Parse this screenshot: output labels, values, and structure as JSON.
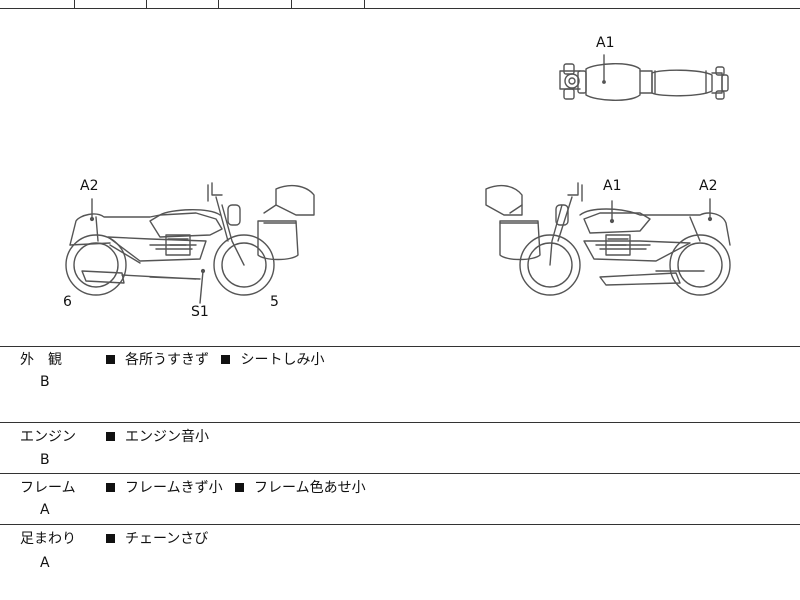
{
  "diagram": {
    "markers": {
      "top_view_a1": "A1",
      "left_a2": "A2",
      "left_6": "6",
      "left_s1": "S1",
      "left_5": "5",
      "right_a1": "A1",
      "right_a2": "A2"
    }
  },
  "conditions": [
    {
      "category": "外　観",
      "grade": "B",
      "notes": [
        "各所うすきず",
        "シートしみ小"
      ]
    },
    {
      "category": "エンジン",
      "grade": "B",
      "notes": [
        "エンジン音小"
      ]
    },
    {
      "category": "フレーム",
      "grade": "A",
      "notes": [
        "フレームきず小",
        "フレーム色あせ小"
      ]
    },
    {
      "category": "足まわり",
      "grade": "A",
      "notes": [
        "チェーンさび"
      ]
    }
  ]
}
